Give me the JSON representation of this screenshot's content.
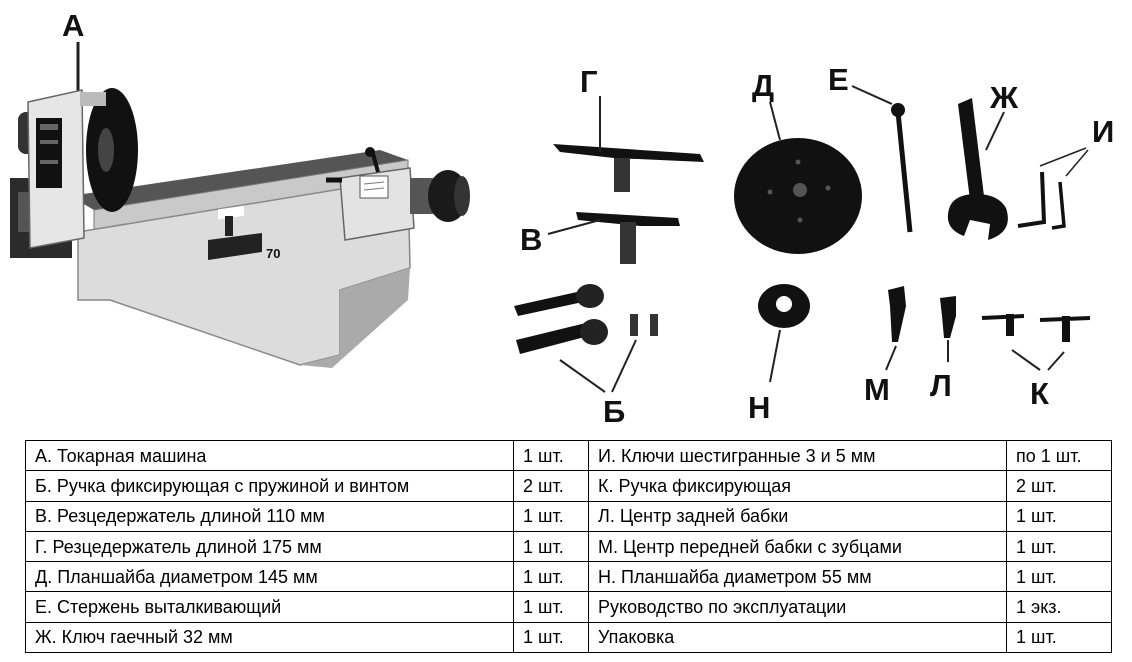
{
  "labels": {
    "a": "А",
    "b": "Б",
    "v": "В",
    "g": "Г",
    "d": "Д",
    "e": "Е",
    "zh": "Ж",
    "i": "И",
    "k": "К",
    "l": "Л",
    "m": "М",
    "n": "Н"
  },
  "badge_text": "70",
  "table": {
    "rows": [
      {
        "left_item": "А. Токарная машина",
        "left_qty": "1 шт.",
        "right_item": "И. Ключи шестигранные 3 и 5 мм",
        "right_qty": "по 1 шт."
      },
      {
        "left_item": "Б. Ручка фиксирующая с пружиной и винтом",
        "left_qty": "2 шт.",
        "right_item": "К. Ручка фиксирующая",
        "right_qty": "2 шт."
      },
      {
        "left_item": "В. Резцедержатель длиной 110 мм",
        "left_qty": "1 шт.",
        "right_item": "Л. Центр задней бабки",
        "right_qty": "1 шт."
      },
      {
        "left_item": "Г. Резцедержатель длиной 175 мм",
        "left_qty": "1 шт.",
        "right_item": "М. Центр передней бабки с зубцами",
        "right_qty": "1 шт."
      },
      {
        "left_item": "Д. Планшайба диаметром 145 мм",
        "left_qty": "1 шт.",
        "right_item": "Н. Планшайба диаметром 55 мм",
        "right_qty": "1 шт."
      },
      {
        "left_item": "Е. Стержень выталкивающий",
        "left_qty": "1 шт.",
        "right_item": "Руководство по эксплуатации",
        "right_qty": "1 экз."
      },
      {
        "left_item": "Ж. Ключ гаечный 32 мм",
        "left_qty": "1 шт.",
        "right_item": "Упаковка",
        "right_qty": "1 шт."
      }
    ]
  }
}
